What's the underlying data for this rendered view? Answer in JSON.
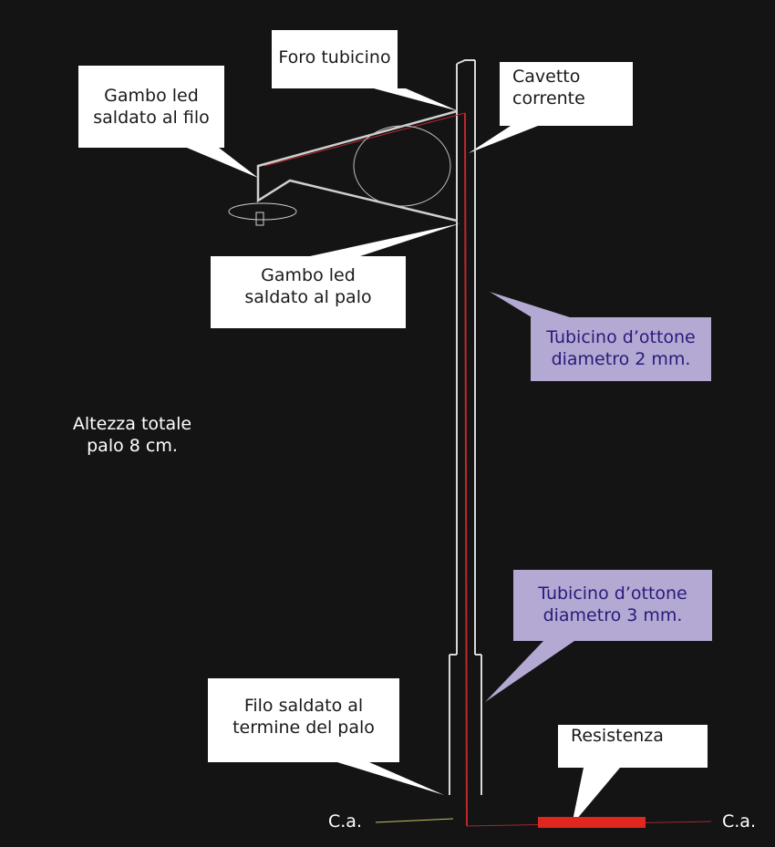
{
  "labels": {
    "foro_tubicino": "Foro tubicino",
    "cavetto_corrente": "Cavetto\ncorrente",
    "gambo_led_filo": "Gambo led\nsaldato al filo",
    "gambo_led_palo": "Gambo led\nsaldato al palo",
    "tubicino_2mm": "Tubicino d’ottone\ndiametro 2 mm.",
    "altezza": "Altezza  totale\npalo 8 cm.",
    "tubicino_3mm": "Tubicino d’ottone\ndiametro 3 mm.",
    "filo_saldato": "Filo saldato al\ntermine del palo",
    "resistenza": "Resistenza",
    "ca_left": "C.a.",
    "ca_right": "C.a."
  },
  "colors": {
    "background": "#141414",
    "tube": "#d8d8d8",
    "wire": "#c0282a",
    "resistor": "#e0271f",
    "callout_white": "#ffffff",
    "callout_lavender": "#b3a9d3",
    "callout_lavender_text": "#2a1a7a",
    "ca_wire": "#c8c060"
  }
}
